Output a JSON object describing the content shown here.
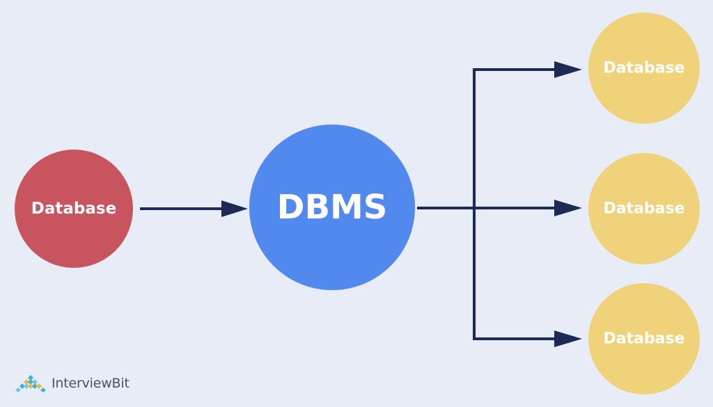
{
  "diagram": {
    "source_node": {
      "label": "Database",
      "color": "#c8545f"
    },
    "center_node": {
      "label": "DBMS",
      "color": "#5189ef"
    },
    "target_nodes": [
      {
        "label": "Database",
        "color": "#efd27a"
      },
      {
        "label": "Database",
        "color": "#efd27a"
      },
      {
        "label": "Database",
        "color": "#efd27a"
      }
    ],
    "arrow_color": "#1c2a55"
  },
  "brand": {
    "name": "InterviewBit",
    "logo_icon": "interviewbit-logo-icon"
  }
}
